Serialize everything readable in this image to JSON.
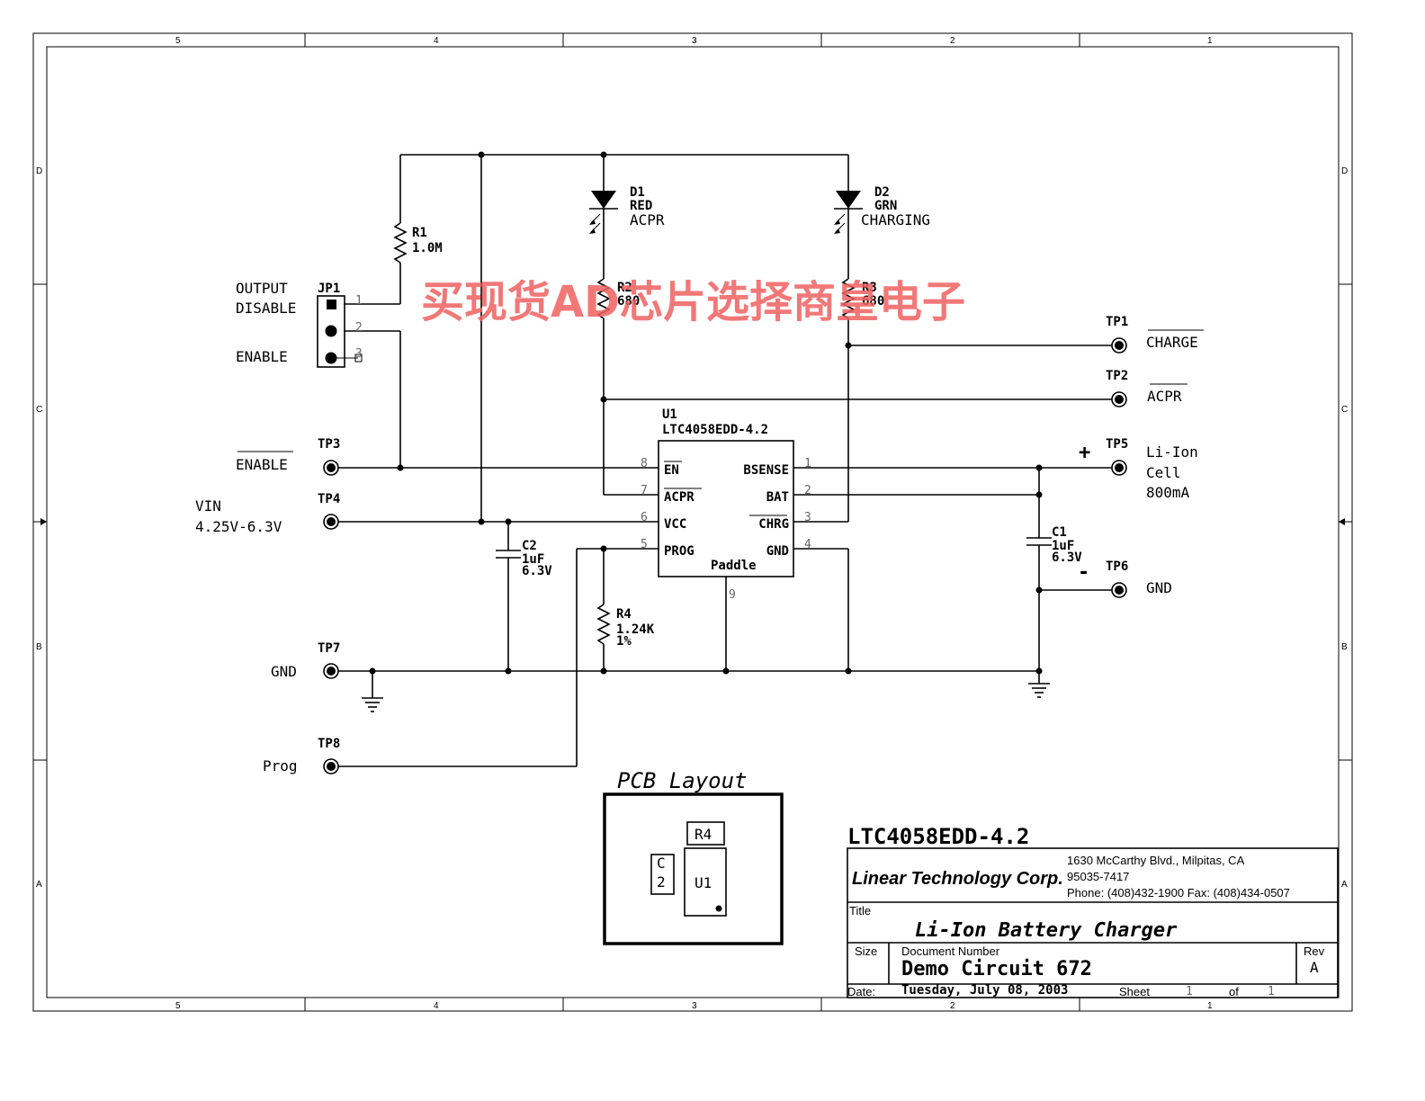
{
  "frame": {
    "columns": [
      "5",
      "4",
      "3",
      "2",
      "1"
    ],
    "rows": [
      "D",
      "C",
      "B",
      "A"
    ]
  },
  "jumper": {
    "ref": "JP1",
    "output_label": "OUTPUT",
    "disable_label": "DISABLE",
    "enable_label": "ENABLE",
    "pins": [
      "1",
      "2",
      "3"
    ]
  },
  "resistors": {
    "r1": {
      "ref": "R1",
      "value": "1.0M"
    },
    "r2": {
      "ref": "R2",
      "value": "680"
    },
    "r3": {
      "ref": "R3",
      "value": "680"
    },
    "r4": {
      "ref": "R4",
      "value": "1.24K",
      "tol": "1%"
    }
  },
  "diodes": {
    "d1": {
      "ref": "D1",
      "color": "RED",
      "label": "ACPR"
    },
    "d2": {
      "ref": "D2",
      "color": "GRN",
      "label": "CHARGING"
    }
  },
  "capacitors": {
    "c1": {
      "ref": "C1",
      "value": "1uF",
      "voltage": "6.3V"
    },
    "c2": {
      "ref": "C2",
      "value": "1uF",
      "voltage": "6.3V"
    }
  },
  "ic": {
    "ref": "U1",
    "part": "LTC4058EDD-4.2",
    "left_pins": [
      {
        "num": "8",
        "name": "EN"
      },
      {
        "num": "7",
        "name": "ACPR"
      },
      {
        "num": "6",
        "name": "VCC"
      },
      {
        "num": "5",
        "name": "PROG"
      }
    ],
    "right_pins": [
      {
        "num": "1",
        "name": "BSENSE"
      },
      {
        "num": "2",
        "name": "BAT"
      },
      {
        "num": "3",
        "name": "CHRG"
      },
      {
        "num": "4",
        "name": "GND"
      }
    ],
    "paddle": "Paddle",
    "paddle_pin": "9"
  },
  "testpoints": {
    "tp1": {
      "ref": "TP1",
      "label": "CHARGE"
    },
    "tp2": {
      "ref": "TP2",
      "label": "ACPR"
    },
    "tp3": {
      "ref": "TP3",
      "label": "ENABLE"
    },
    "tp4": {
      "ref": "TP4",
      "label1": "VIN",
      "label2": "4.25V-6.3V"
    },
    "tp5": {
      "ref": "TP5",
      "label1": "Li-Ion",
      "label2": "Cell",
      "label3": "800mA",
      "sign": "+"
    },
    "tp6": {
      "ref": "TP6",
      "label": "GND",
      "sign": "-"
    },
    "tp7": {
      "ref": "TP7",
      "label": "GND"
    },
    "tp8": {
      "ref": "TP8",
      "label": "Prog"
    }
  },
  "watermark": "买现货AD芯片选择商皇电子",
  "pcb": {
    "title": "PCB Layout",
    "r4": "R4",
    "c2a": "C",
    "c2b": "2",
    "u1": "U1"
  },
  "titleblock": {
    "part_heading": "LTC4058EDD-4.2",
    "company": "Linear Technology Corp.",
    "address1": "1630 McCarthy Blvd., Milpitas, CA",
    "address2": "95035-7417",
    "phone": "Phone: (408)432-1900 Fax: (408)434-0507",
    "title_label": "Title",
    "title": "Li-Ion Battery Charger",
    "size_label": "Size",
    "docnum_label": "Document Number",
    "docnum": "Demo Circuit 672",
    "rev_label": "Rev",
    "rev": "A",
    "date_label": "Date:",
    "date": "Tuesday, July 08, 2003",
    "sheet_label": "Sheet",
    "sheet": "1",
    "of_label": "of",
    "of": "1"
  }
}
